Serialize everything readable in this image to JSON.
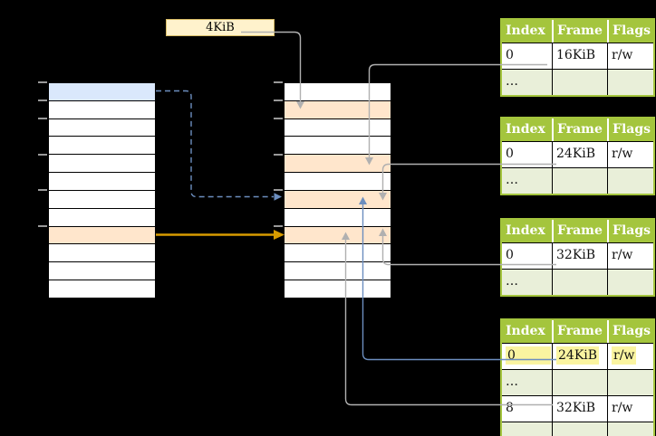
{
  "size_label": {
    "text": "4KiB"
  },
  "left_column": {
    "cells": [
      "blue",
      "white",
      "white",
      "white",
      "white",
      "white",
      "white",
      "white",
      "orange",
      "white",
      "white",
      "white"
    ]
  },
  "middle_column": {
    "cells": [
      "white",
      "orange",
      "white",
      "white",
      "orange",
      "white",
      "orange",
      "white",
      "orange",
      "white",
      "white",
      "white"
    ]
  },
  "page_tables": [
    {
      "headers": [
        "Index",
        "Frame",
        "Flags"
      ],
      "rows": [
        {
          "cells": [
            "0",
            "16KiB",
            "r/w"
          ],
          "shaded": false,
          "highlighted": false
        },
        {
          "cells": [
            "…",
            "",
            ""
          ],
          "shaded": true,
          "highlighted": false
        }
      ]
    },
    {
      "headers": [
        "Index",
        "Frame",
        "Flags"
      ],
      "rows": [
        {
          "cells": [
            "0",
            "24KiB",
            "r/w"
          ],
          "shaded": false,
          "highlighted": false
        },
        {
          "cells": [
            "…",
            "",
            ""
          ],
          "shaded": true,
          "highlighted": false
        }
      ]
    },
    {
      "headers": [
        "Index",
        "Frame",
        "Flags"
      ],
      "rows": [
        {
          "cells": [
            "0",
            "32KiB",
            "r/w"
          ],
          "shaded": false,
          "highlighted": false
        },
        {
          "cells": [
            "…",
            "",
            ""
          ],
          "shaded": true,
          "highlighted": false
        }
      ]
    },
    {
      "headers": [
        "Index",
        "Frame",
        "Flags"
      ],
      "rows": [
        {
          "cells": [
            "0",
            "24KiB",
            "r/w"
          ],
          "shaded": false,
          "highlighted": true
        },
        {
          "cells": [
            "…",
            "",
            ""
          ],
          "shaded": true,
          "highlighted": false
        },
        {
          "cells": [
            "8",
            "32KiB",
            "r/w"
          ],
          "shaded": false,
          "highlighted": false
        },
        {
          "cells": [
            "…",
            "",
            ""
          ],
          "shaded": true,
          "highlighted": false
        }
      ]
    }
  ],
  "colors": {
    "header_green": "#a4c53d",
    "row_green": "#e9efd9",
    "highlight_yellow": "#faf4a0",
    "cell_blue": "#dae8fc",
    "cell_orange": "#ffe6cc",
    "label_fill": "#fff2cc",
    "label_border": "#d9bd66",
    "arrow_gray": "#b0b0b0",
    "arrow_blue": "#6c8ebf",
    "arrow_gold": "#d79b00",
    "tick_gray": "#999999"
  }
}
